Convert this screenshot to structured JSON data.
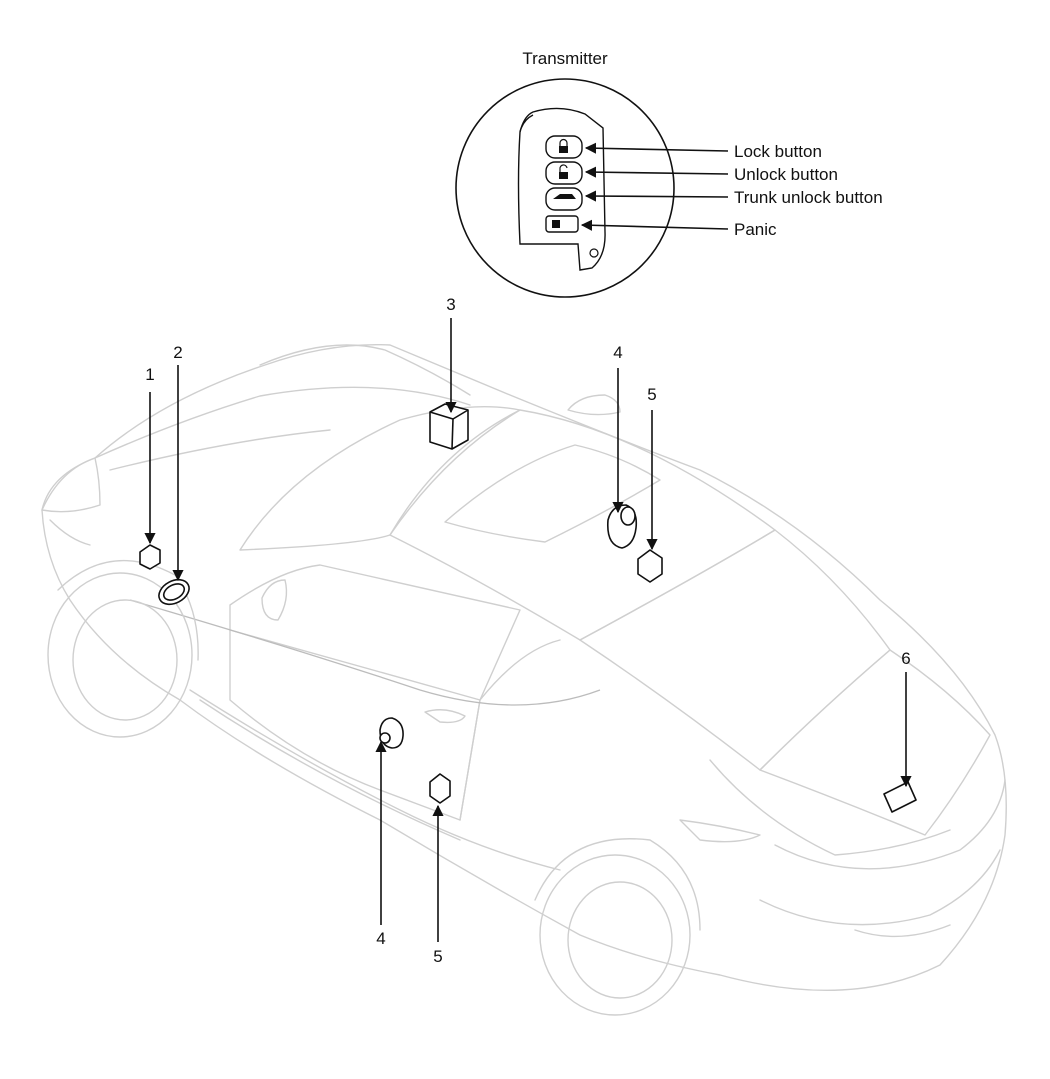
{
  "transmitter": {
    "title": "Transmitter",
    "buttons": [
      {
        "label": "Lock button"
      },
      {
        "label": "Unlock button"
      },
      {
        "label": "Trunk unlock button"
      },
      {
        "label": "Panic"
      }
    ]
  },
  "callouts": [
    {
      "id": "c1",
      "number": "1"
    },
    {
      "id": "c2",
      "number": "2"
    },
    {
      "id": "c3",
      "number": "3"
    },
    {
      "id": "c4a",
      "number": "4"
    },
    {
      "id": "c5a",
      "number": "5"
    },
    {
      "id": "c4b",
      "number": "4"
    },
    {
      "id": "c5b",
      "number": "5"
    },
    {
      "id": "c6",
      "number": "6"
    }
  ],
  "colors": {
    "line": "#111111",
    "car_outline": "#cfcfcf",
    "background": "#ffffff"
  }
}
